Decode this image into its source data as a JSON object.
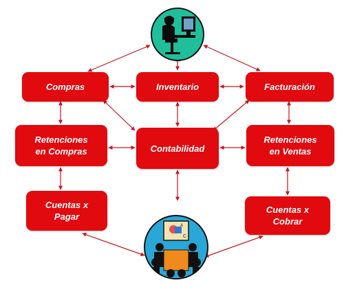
{
  "modules": {
    "compras": "Compras",
    "inventario": "Inventario",
    "facturacion": "Facturación",
    "contabilidad": "Contabilidad",
    "retenciones_compras": [
      "Retenciones",
      "en Compras"
    ],
    "retenciones_ventas": [
      "Retenciones",
      "en Ventas"
    ],
    "cuentas_pagar": [
      "Cuentas x",
      "Pagar"
    ],
    "cuentas_cobrar": [
      "Cuentas x",
      "Cobrar"
    ]
  },
  "icons": {
    "top": "call-center-operator-icon",
    "bottom": "business-meeting-icon"
  },
  "colors": {
    "box": "#e10a0f",
    "arrow": "#c9141a",
    "icon_circle_top": "#1fbf9b",
    "icon_circle_bottom": "#29a8d8"
  }
}
